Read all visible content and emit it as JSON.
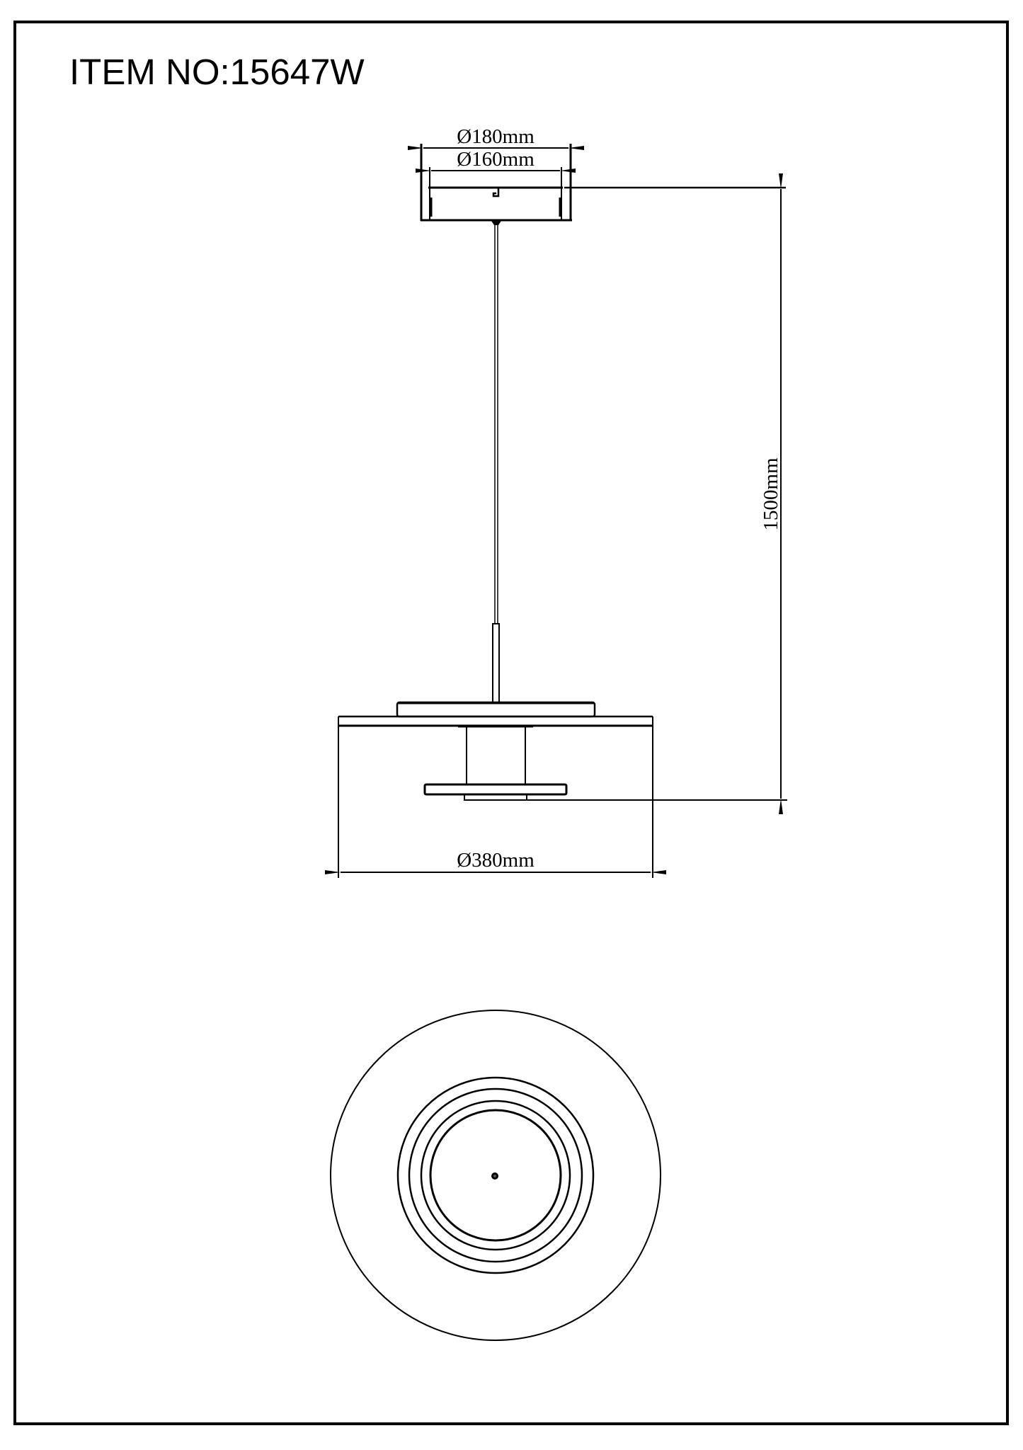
{
  "document": {
    "title": "ITEM NO:15647W",
    "views": [
      "front-elevation",
      "top-plan"
    ]
  },
  "dimensions": {
    "canopy_outer": "Ø180mm",
    "canopy_inner": "Ø160mm",
    "overall_height": "1500mm",
    "shade_diameter": "Ø380mm"
  },
  "colors": {
    "line": "#000000",
    "background": "#ffffff"
  }
}
